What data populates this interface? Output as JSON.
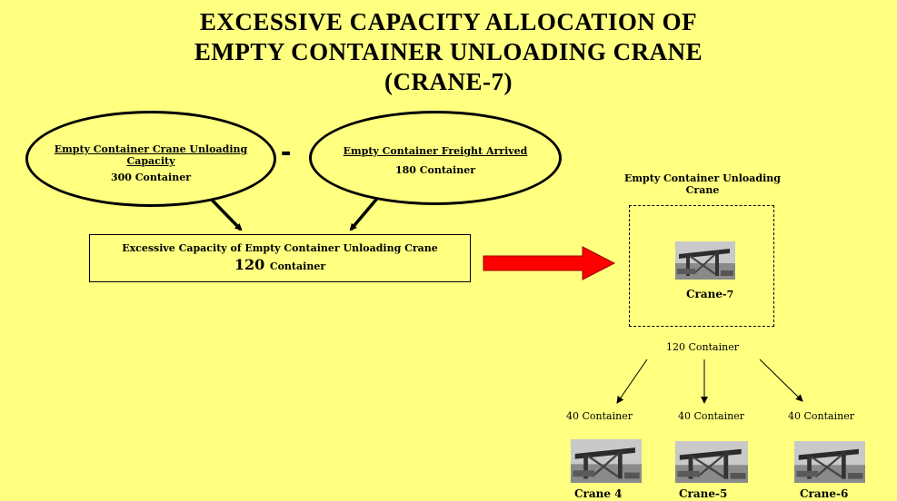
{
  "title": {
    "line1": "EXCESSIVE CAPACITY ALLOCATION OF",
    "line2": "EMPTY CONTAINER UNLOADING CRANE",
    "line3": "(CRANE-7)"
  },
  "left_ellipse": {
    "label_line1": "Empty Container Crane Unloading",
    "label_line2": "Capacity",
    "value": "300 Container"
  },
  "operator": "-",
  "right_ellipse": {
    "label": "Empty Container Freight Arrived",
    "value": "180 Container"
  },
  "result_box": {
    "label": "Excessive Capacity of Empty Container Unloading Crane",
    "value_number": "120",
    "value_unit": "Container"
  },
  "crane_group": {
    "heading_line1": "Empty Container Unloading",
    "heading_line2": "Crane",
    "main_crane_prefix": "Crane",
    "main_crane_suffix": "-7",
    "total": "120 Container"
  },
  "allocations": [
    {
      "amount": "40 Container",
      "crane": "Crane 4"
    },
    {
      "amount": "40 Container",
      "crane": "Crane-5"
    },
    {
      "amount": "40 Container",
      "crane": "Crane-6"
    }
  ],
  "colors": {
    "background": "#ffff80",
    "arrow_red": "#ff0000"
  },
  "icons": [
    "crane-photo"
  ]
}
